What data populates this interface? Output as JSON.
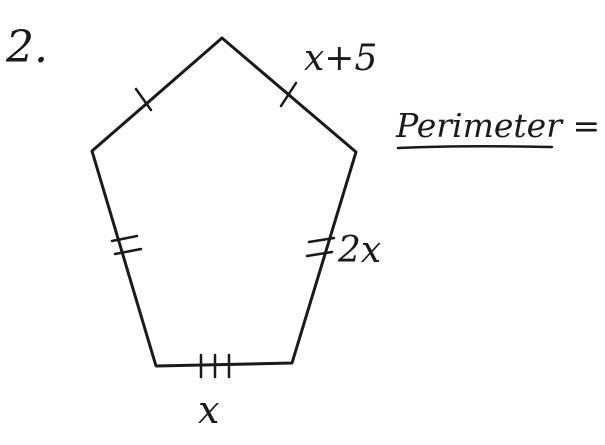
{
  "problem_number": "2.",
  "labels": {
    "top_right_side": "x+5",
    "right_side": "2x",
    "bottom_side": "x",
    "perimeter": "Perimeter ="
  },
  "colors": {
    "ink": "#1a1a1a",
    "background": "#ffffff"
  }
}
